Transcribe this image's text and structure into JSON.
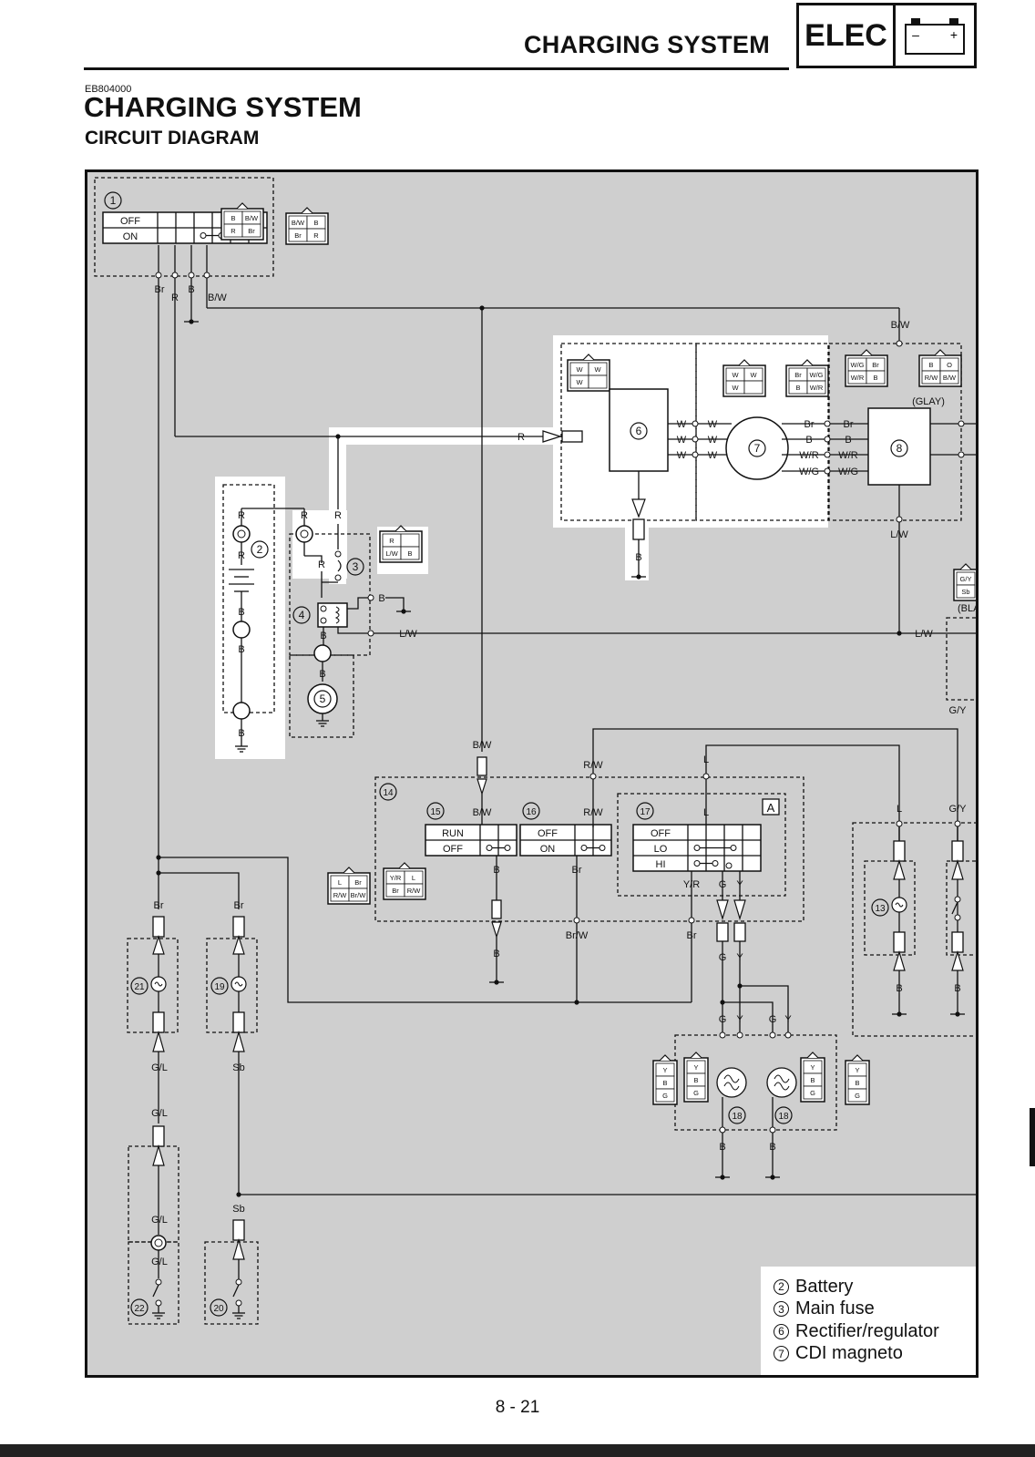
{
  "header": {
    "section_title": "CHARGING SYSTEM",
    "tab_label": "ELEC",
    "battery_icon": "battery-icon",
    "battery_minus": "–",
    "battery_plus": "+"
  },
  "document": {
    "code": "EB804000",
    "title": "CHARGING SYSTEM",
    "subtitle": "CIRCUIT DIAGRAM"
  },
  "diagram": {
    "switch1": {
      "number": "1",
      "rows": [
        "OFF",
        "ON"
      ]
    },
    "switch15": {
      "number": "15",
      "rows": [
        "RUN",
        "OFF"
      ]
    },
    "switch16": {
      "number": "16",
      "rows": [
        "OFF",
        "ON"
      ]
    },
    "switch17": {
      "number": "17",
      "rows": [
        "OFF",
        "LO",
        "HI"
      ]
    },
    "group14": "14",
    "callout_a": "A",
    "glay_label": "(GLAY)",
    "bla_label": "(BLA",
    "component_numbers": [
      "2",
      "3",
      "4",
      "5",
      "6",
      "7",
      "8",
      "13",
      "18",
      "18",
      "19",
      "20",
      "21",
      "22"
    ],
    "connectors": {
      "c1a": [
        "B",
        "B/W",
        "R",
        "Br"
      ],
      "c1b": [
        "B/W",
        "B",
        "Br",
        "R"
      ],
      "c6": [
        "W",
        "W",
        "W"
      ],
      "c7a": [
        "W",
        "W",
        "W"
      ],
      "c7b": [
        "Br",
        "W/G",
        "B",
        "W/R"
      ],
      "c8a": [
        "W/G",
        "Br",
        "W/R",
        "B"
      ],
      "c8b": [
        "B",
        "O",
        "R/W",
        "B/W"
      ],
      "c3": [
        "R",
        "L/W",
        "B"
      ],
      "c14a": [
        "L",
        "Br",
        "R/W",
        "Br/W"
      ],
      "c14b": [
        "Y/R",
        "L",
        "Br",
        "R/W"
      ],
      "c18": [
        "Y",
        "B",
        "G"
      ],
      "c13": [
        "G/Y",
        "Sb"
      ]
    },
    "wires": {
      "Br": "Br",
      "R": "R",
      "B": "B",
      "BW": "B/W",
      "W": "W",
      "WR": "W/R",
      "WG": "W/G",
      "LW": "L/W",
      "GY": "G/Y",
      "RW": "R/W",
      "L": "L",
      "YR": "Y/R",
      "G": "G",
      "Y": "Y",
      "BrW": "Br/W",
      "GL": "G/L",
      "Sb": "Sb"
    }
  },
  "legend": [
    {
      "num": "2",
      "label": "Battery"
    },
    {
      "num": "3",
      "label": "Main fuse"
    },
    {
      "num": "6",
      "label": "Rectifier/regulator"
    },
    {
      "num": "7",
      "label": "CDI magneto"
    }
  ],
  "footer": {
    "page_number": "8 - 21"
  }
}
